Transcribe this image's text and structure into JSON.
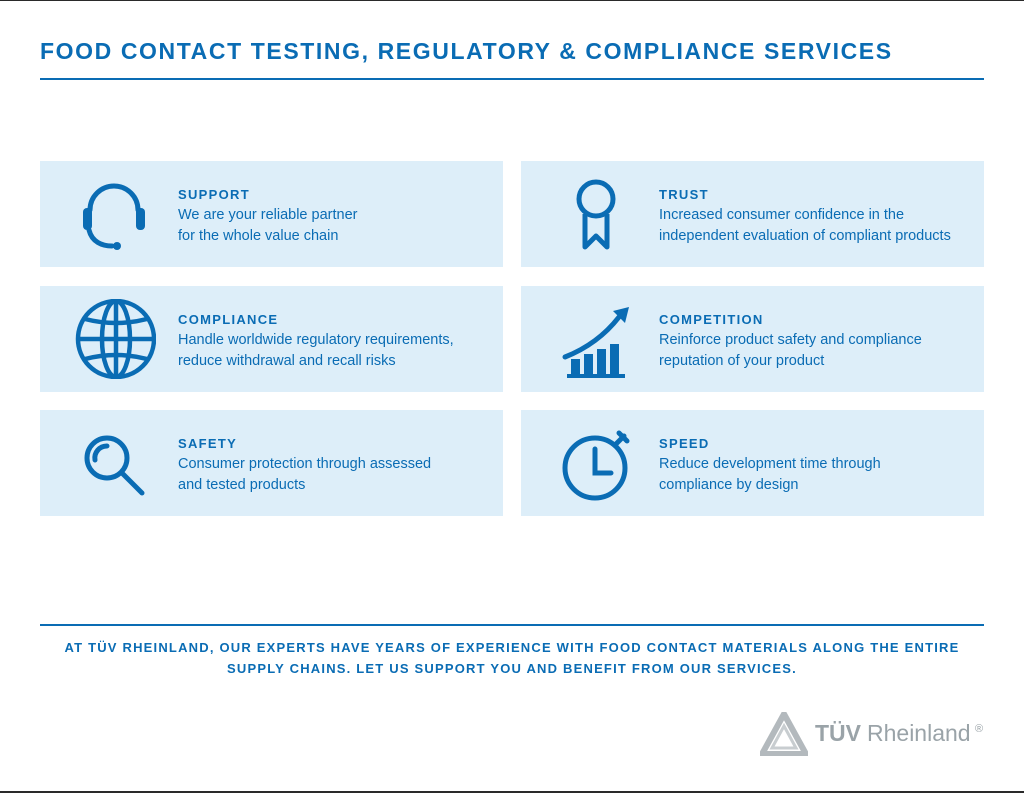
{
  "title": "FOOD CONTACT TESTING, REGULATORY & COMPLIANCE SERVICES",
  "colors": {
    "accent": "#0a6cb4",
    "card_background": "#ddeef9",
    "logo_gray": "#9aa3a8"
  },
  "cards": [
    {
      "icon": "headset-icon",
      "title": "SUPPORT",
      "lines": [
        "We are your reliable partner",
        "for the whole value chain"
      ]
    },
    {
      "icon": "award-ribbon-icon",
      "title": "TRUST",
      "lines": [
        "Increased consumer confidence in the",
        "independent evaluation of compliant products"
      ]
    },
    {
      "icon": "globe-icon",
      "title": "COMPLIANCE",
      "lines": [
        "Handle worldwide regulatory requirements,",
        "reduce withdrawal and recall risks"
      ]
    },
    {
      "icon": "growth-chart-icon",
      "title": "COMPETITION",
      "lines": [
        "Reinforce product safety and compliance",
        "reputation of your product"
      ]
    },
    {
      "icon": "magnifier-icon",
      "title": "SAFETY",
      "lines": [
        "Consumer protection through assessed",
        "and tested products"
      ]
    },
    {
      "icon": "stopwatch-icon",
      "title": "SPEED",
      "lines": [
        "Reduce development time through",
        "compliance by design"
      ]
    }
  ],
  "footer": {
    "lines": [
      "AT TÜV RHEINLAND, OUR EXPERTS HAVE YEARS OF EXPERIENCE WITH FOOD CONTACT MATERIALS ALONG THE ENTIRE",
      "SUPPLY CHAINS. LET US SUPPORT YOU AND BENEFIT FROM OUR SERVICES."
    ]
  },
  "logo": {
    "bold": "TÜV",
    "light": "Rheinland",
    "mark": "®"
  }
}
